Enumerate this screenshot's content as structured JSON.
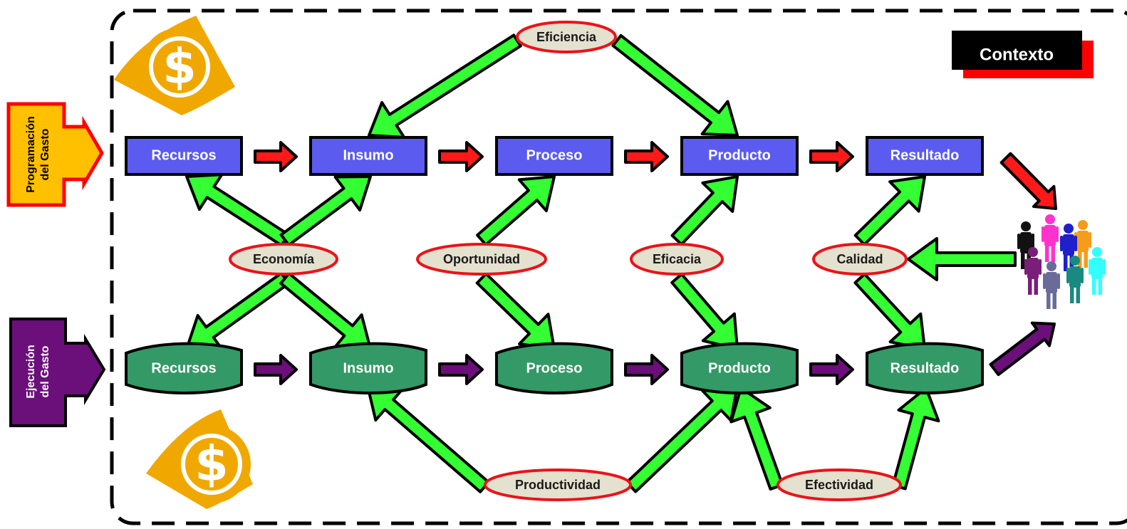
{
  "context_label": "Contexto",
  "side_labels": {
    "programacion": [
      "Programación",
      "del Gasto"
    ],
    "ejecucion": [
      "Ejecución",
      "del Gasto"
    ]
  },
  "planned_row": [
    "Recursos",
    "Insumo",
    "Proceso",
    "Producto",
    "Resultado"
  ],
  "executed_row": [
    "Recursos",
    "Insumo",
    "Proceso",
    "Producto",
    "Resultado"
  ],
  "indicators": {
    "eficiencia": "Eficiencia",
    "economia": "Economía",
    "oportunidad": "Oportunidad",
    "eficacia": "Eficacia",
    "calidad": "Calidad",
    "productividad": "Productividad",
    "efectividad": "Efectividad"
  },
  "icons": [
    "money-icon",
    "people-group-icon"
  ],
  "colors": {
    "planned_box": "#5b5bf0",
    "executed_box": "#339966",
    "green_arrow": "#33ff33",
    "red_arrow": "#ff1a1a",
    "purple_arrow": "#6b0f7a",
    "oval_fill": "#e4e1cf",
    "oval_border": "#e8141a",
    "money": "#f0a800"
  }
}
